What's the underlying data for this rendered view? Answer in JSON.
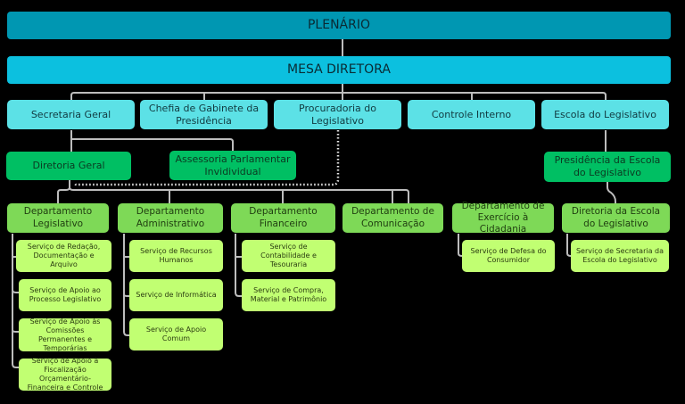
{
  "top": {
    "plenario": "PLENÁRIO",
    "mesa": "MESA DIRETORA"
  },
  "level2": [
    "Secretaria Geral",
    "Chefia de Gabinete da Presidência",
    "Procuradoria do Legislativo",
    "Controle Interno",
    "Escola do Legislativo"
  ],
  "level3": {
    "diretoria_geral": "Diretoria Geral",
    "assessoria": "Assessoria Parlamentar Invidividual",
    "presidencia_escola": "Presidência da Escola do Legislativo"
  },
  "departments": [
    {
      "label": "Departamento Legislativo",
      "services": [
        "Serviço de Redação, Documentação e Arquivo",
        "Serviço de Apoio ao Processo Legislativo",
        "Serviço de Apoio às Comissões Permanentes e Temporárias",
        "Serviço de Apoio à Fiscalização Orçamentário-Financeira e Controle"
      ]
    },
    {
      "label": "Departamento Administrativo",
      "services": [
        "Serviço de Recursos Humanos",
        "Serviço de Informática",
        "Serviço de Apoio Comum"
      ]
    },
    {
      "label": "Departamento Financeiro",
      "services": [
        "Serviço de Contabilidade e Tesouraria",
        "Serviço de Compra, Material e Patrimônio"
      ]
    },
    {
      "label": "Departamento de Comunicação",
      "services": []
    },
    {
      "label": "Departamento de Exercício à Cidadania",
      "services": [
        "Serviço de Defesa do Consumidor"
      ]
    },
    {
      "label": "Diretoria da Escola do Legislativo",
      "services": [
        "Serviço de Secretaria da Escola do Legislativo"
      ]
    }
  ],
  "colors": {
    "plenario": "#0097b2",
    "mesa": "#0cc0df",
    "level2": "#5ce1e6",
    "level3": "#00bf63",
    "department": "#7ed957",
    "service": "#c1ff72",
    "connector": "#bfbfbf"
  }
}
